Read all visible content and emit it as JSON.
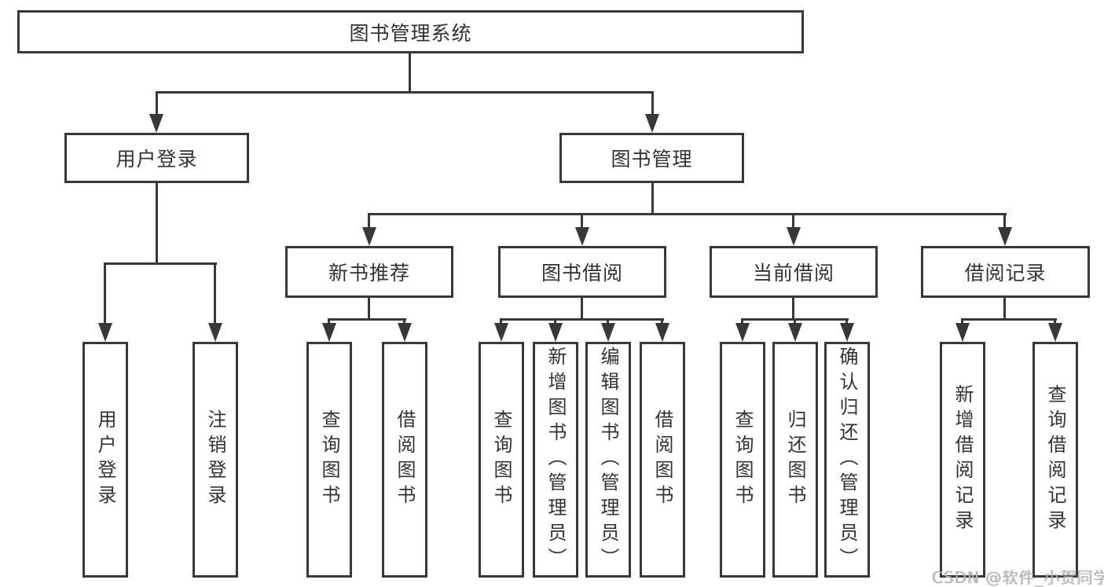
{
  "diagram": {
    "root": {
      "label": "图书管理系统"
    },
    "branches": [
      {
        "label": "用户登录",
        "children": [
          {
            "label": "用户登录"
          },
          {
            "label": "注销登录"
          }
        ]
      },
      {
        "label": "图书管理",
        "children": [
          {
            "label": "新书推荐",
            "children": [
              {
                "label": "查询图书"
              },
              {
                "label": "借阅图书"
              }
            ]
          },
          {
            "label": "图书借阅",
            "children": [
              {
                "label": "查询图书"
              },
              {
                "label": "新增图书（管理员）"
              },
              {
                "label": "编辑图书（管理员）"
              },
              {
                "label": "借阅图书"
              }
            ]
          },
          {
            "label": "当前借阅",
            "children": [
              {
                "label": "查询图书"
              },
              {
                "label": "归还图书"
              },
              {
                "label": "确认归还（管理员）"
              }
            ]
          },
          {
            "label": "借阅记录",
            "children": [
              {
                "label": "新增借阅记录"
              },
              {
                "label": "查询借阅记录"
              }
            ]
          }
        ]
      }
    ]
  },
  "colors": {
    "line": "#383838",
    "text": "#333333",
    "background": "#ffffff",
    "watermark": "#b4b8bd"
  },
  "watermark": {
    "text": "CSDN @软件_小贺同学"
  }
}
